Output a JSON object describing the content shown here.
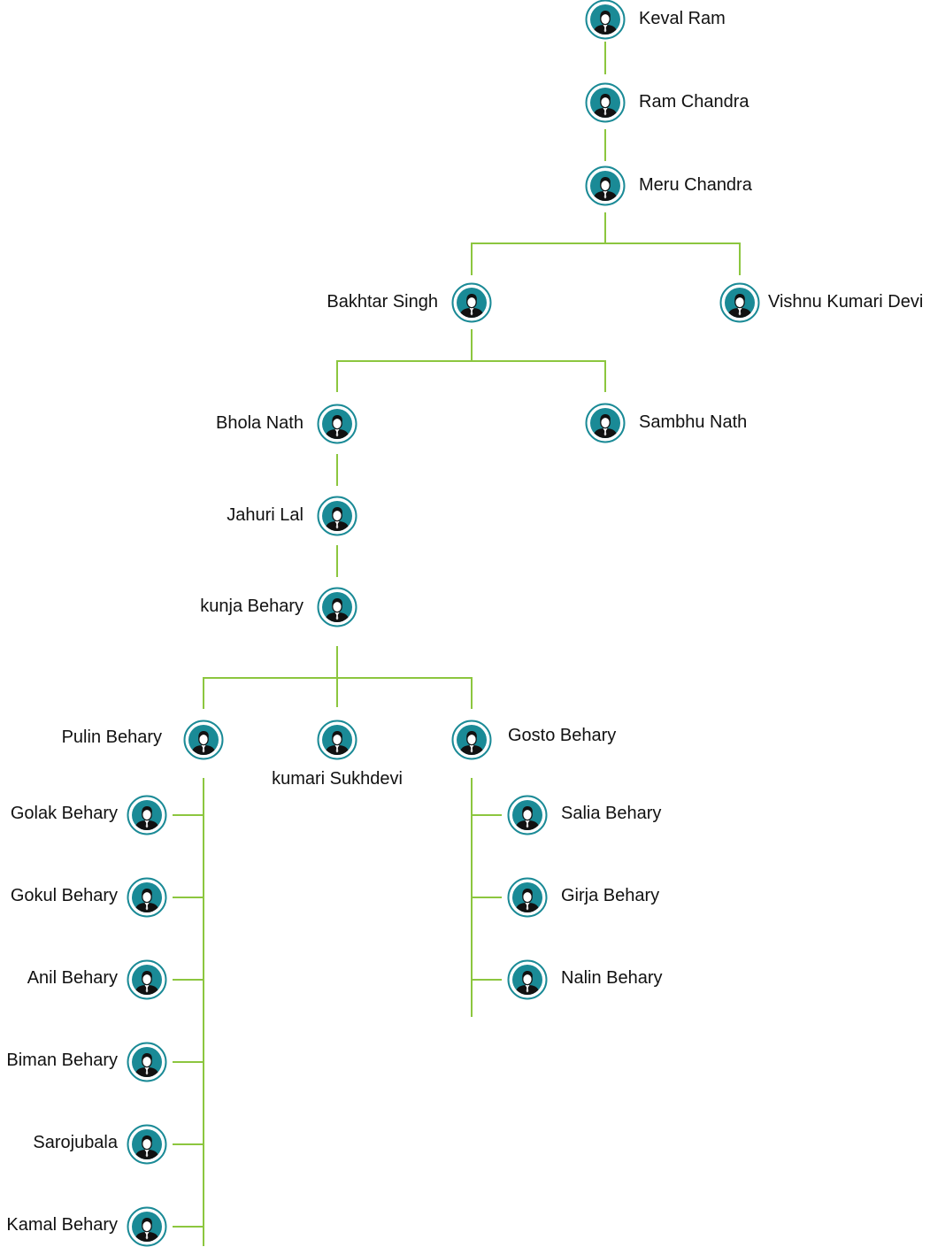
{
  "colors": {
    "connector": "#8cc63f",
    "avatar_ring": "#1a8a96",
    "avatar_fill": "#1a8a96",
    "silhouette": "#111111"
  },
  "icon": "person-avatar-icon",
  "people": {
    "keval_ram": "Keval Ram",
    "ram_chandra": "Ram Chandra",
    "meru_chandra": "Meru Chandra",
    "bakhtar_singh": "Bakhtar Singh",
    "vishnu_kumari_devi": "Vishnu Kumari Devi",
    "bhola_nath": "Bhola Nath",
    "sambhu_nath": "Sambhu Nath",
    "jahuri_lal": "Jahuri Lal",
    "kunja_behary": "kunja Behary",
    "pulin_behary": "Pulin Behary",
    "kumari_sukhdevi": "kumari Sukhdevi",
    "gosto_behary": "Gosto Behary",
    "golak_behary": "Golak Behary",
    "gokul_behary": "Gokul Behary",
    "anil_behary": "Anil Behary",
    "biman_behary": "Biman Behary",
    "sarojubala": "Sarojubala",
    "kamal_behary": "Kamal Behary",
    "salia_behary": "Salia Behary",
    "girja_behary": "Girja Behary",
    "nalin_behary": "Nalin Behary"
  },
  "relations": [
    [
      "keval_ram",
      "ram_chandra"
    ],
    [
      "ram_chandra",
      "meru_chandra"
    ],
    [
      "meru_chandra",
      "bakhtar_singh"
    ],
    [
      "meru_chandra",
      "vishnu_kumari_devi"
    ],
    [
      "bakhtar_singh",
      "bhola_nath"
    ],
    [
      "bakhtar_singh",
      "sambhu_nath"
    ],
    [
      "bhola_nath",
      "jahuri_lal"
    ],
    [
      "jahuri_lal",
      "kunja_behary"
    ],
    [
      "kunja_behary",
      "pulin_behary"
    ],
    [
      "kunja_behary",
      "kumari_sukhdevi"
    ],
    [
      "kunja_behary",
      "gosto_behary"
    ],
    [
      "pulin_behary",
      "golak_behary"
    ],
    [
      "pulin_behary",
      "gokul_behary"
    ],
    [
      "pulin_behary",
      "anil_behary"
    ],
    [
      "pulin_behary",
      "biman_behary"
    ],
    [
      "pulin_behary",
      "sarojubala"
    ],
    [
      "pulin_behary",
      "kamal_behary"
    ],
    [
      "gosto_behary",
      "salia_behary"
    ],
    [
      "gosto_behary",
      "girja_behary"
    ],
    [
      "gosto_behary",
      "nalin_behary"
    ]
  ]
}
